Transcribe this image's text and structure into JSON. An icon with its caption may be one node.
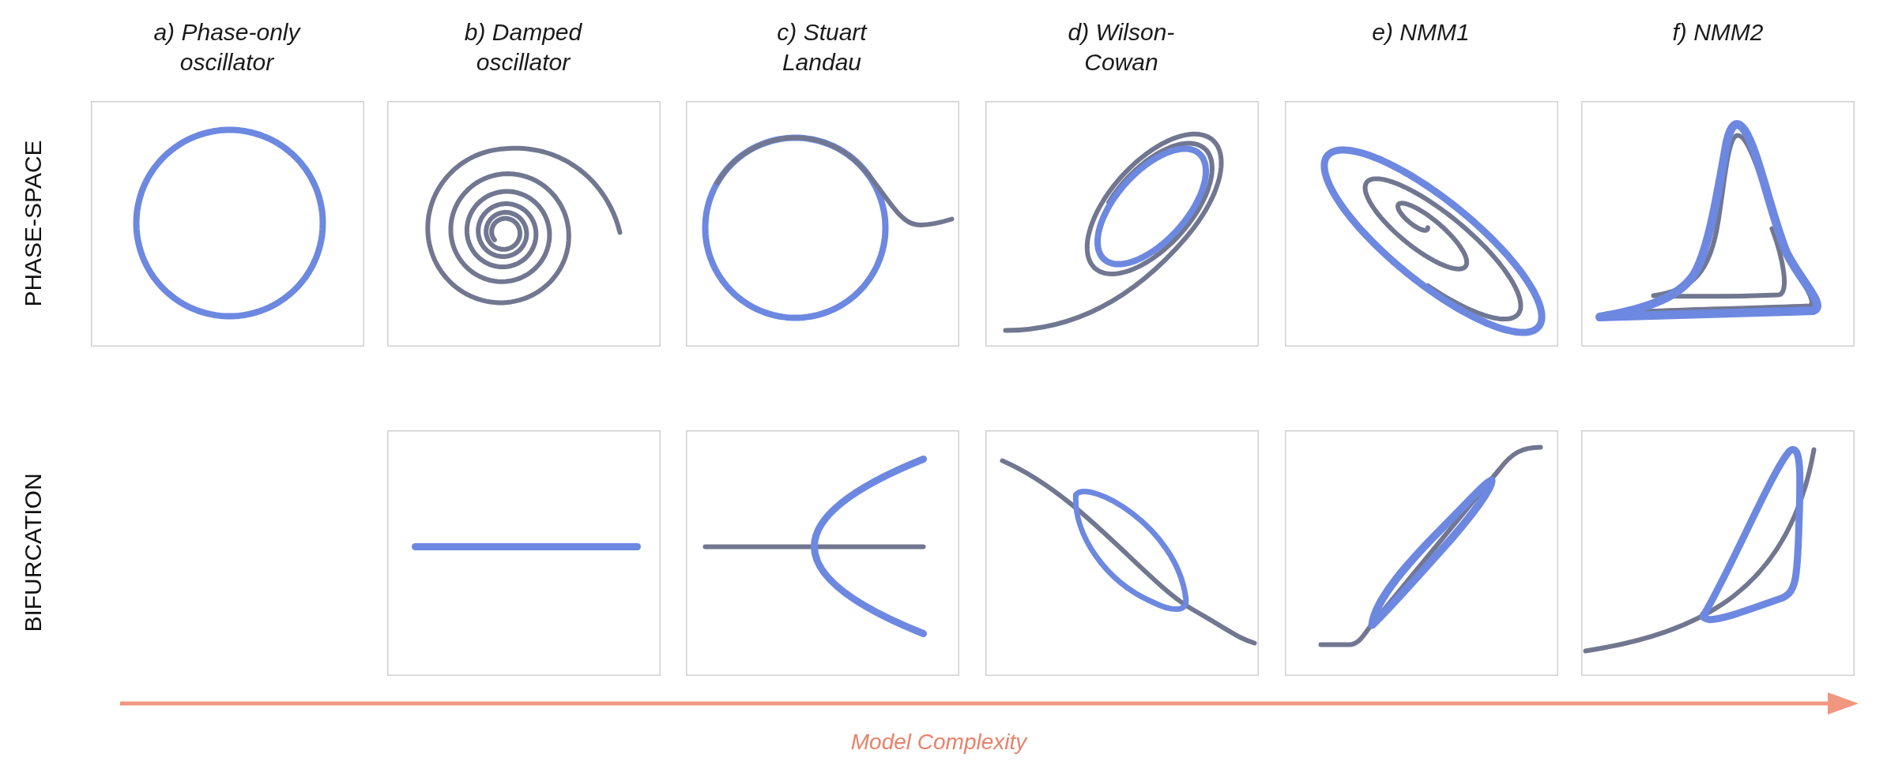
{
  "diagram": {
    "labels": [
      "a) Phase-only oscillator",
      "b) Damped oscillator",
      "c) Stuart Landau",
      "d) Wilson-Cowan",
      "e) NMM1",
      "f) NMM2",
      "PHASE-SPACE",
      "BIFURCATION",
      "Model Complexity"
    ]
  }
}
